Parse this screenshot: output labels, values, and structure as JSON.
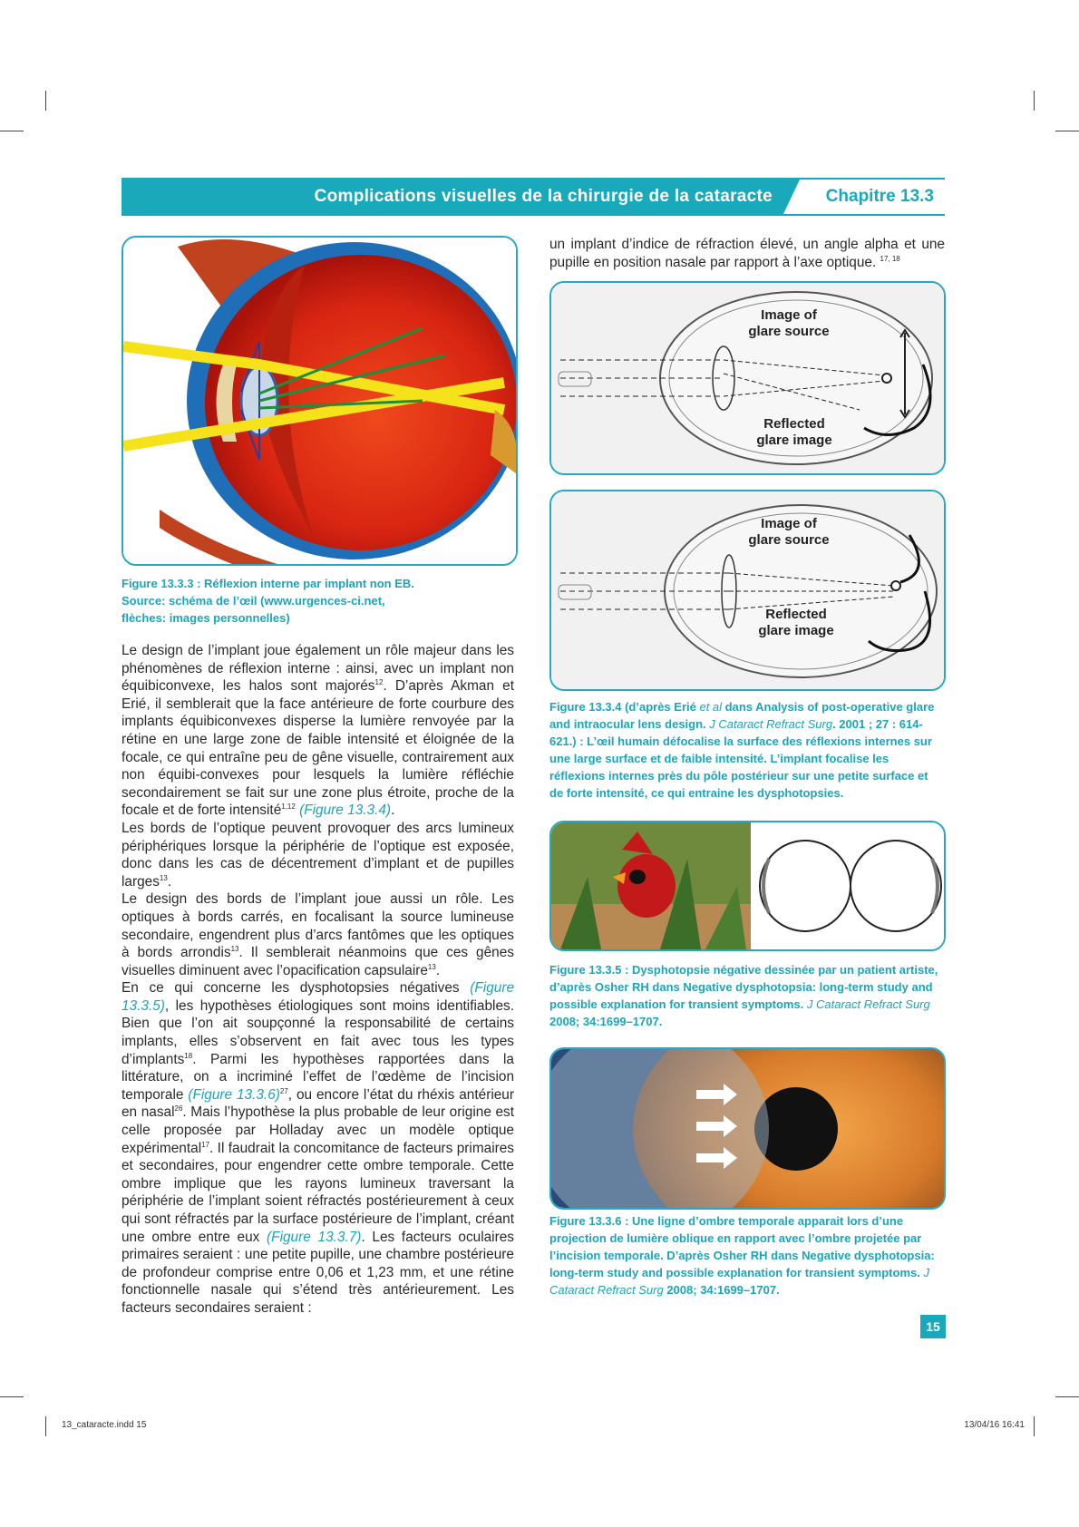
{
  "header": {
    "title": "Complications visuelles de la chirurgie de la cataracte",
    "chapter": "Chapitre 13.3"
  },
  "fig_eye": {
    "caption": [
      "Figure 13.3.3 : Réflexion interne par implant non EB.",
      "Source: schéma de l’œil (www.urgences-ci.net,",
      "flèches: images personnelles)"
    ]
  },
  "fig_glare1": {
    "label_top": [
      "Image of",
      "glare source"
    ],
    "label_bottom": [
      "Reflected",
      "glare image"
    ]
  },
  "fig_glare2": {
    "label_top": [
      "Image of",
      "glare source"
    ],
    "label_bottom": [
      "Reflected",
      "glare image"
    ]
  },
  "fig_13_3_4": {
    "caption_a": "Figure 13.3.4 (d’après Erié ",
    "caption_etal": "et al",
    "caption_b": " dans Analysis of post-operative glare and intraocular lens design. ",
    "caption_journal": "J Cataract Refract Surg",
    "caption_c": ". 2001 ; 27 : 614-621.) : L’œil humain défocalise la surface des réflexions internes sur une large surface et de faible intensité. L’implant focalise les réflexions internes près du pôle postérieur sur une petite surface et de forte intensité, ce qui entraine les dysphotopsies."
  },
  "fig_13_3_5": {
    "caption_a": "Figure 13.3.5 : Dysphotopsie négative dessinée par un patient artiste, d’après Osher RH dans Negative dysphotopsia: long-term study and possible explanation for transient symptoms. ",
    "caption_journal": "J Cataract Refract Surg",
    "caption_b": " 2008; 34:1699–1707."
  },
  "fig_13_3_6": {
    "caption_a": "Figure 13.3.6 : Une ligne d’ombre temporale apparait lors d’une projection de lumière oblique en rapport avec l’ombre projetée par l’incision temporale. D’après Osher RH dans Negative dysphotopsia: long-term study and possible explanation for transient symptoms. ",
    "caption_journal": "J Cataract Refract Surg",
    "caption_b": " 2008; 34:1699–1707."
  },
  "right_top_text": {
    "text": "un implant d’indice de réfraction élevé, un angle alpha et une pupille en position nasale par rapport à l’axe optique.",
    "sup": "17, 18"
  },
  "body": {
    "p1a": "Le design de l’implant joue également un rôle majeur dans les phénomènes de réflexion interne : ainsi, avec un implant non équibiconvexe, les halos sont majorés",
    "p1_sup1": "12",
    "p1b": ". D’après Akman et Erié, il semblerait que la face antérieure de forte courbure des implants équibiconvexes disperse la lumière renvoyée par la rétine en une large zone de faible intensité et éloignée de la focale, ce qui entraîne peu de gêne visuelle, contrairement aux non équibi-convexes pour lesquels la lumière réfléchie secondairement se fait sur une zone plus étroite, proche de la focale et de forte intensité",
    "p1_sup2": "1,12",
    "p1_ref": "(Figure 13.3.4)",
    "p1c": ".",
    "p2a": "Les bords de l’optique peuvent provoquer des arcs lumineux périphériques lorsque la périphérie de l’optique est exposée, donc dans les cas de décentrement d’implant et de pupilles larges",
    "p2_sup": "13",
    "p2b": ".",
    "p3a": "Le design des bords de l’implant joue aussi un rôle. Les optiques à bords carrés, en focalisant la source lumineuse secondaire, engendrent plus d’arcs fantômes que les optiques à bords arrondis",
    "p3_sup1": "13",
    "p3b": ". Il semblerait néanmoins que ces gênes visuelles diminuent avec l’opacification capsulaire",
    "p3_sup2": "13",
    "p3c": ".",
    "p4a": "En ce qui concerne les dysphotopsies négatives ",
    "p4_ref1": "(Figure 13.3.5)",
    "p4b": ", les hypothèses étiologiques sont moins identifiables. Bien que l’on ait soupçonné la responsabilité de certains implants, elles s’observent en fait avec tous les types d’implants",
    "p4_sup1": "18",
    "p4c": ". Parmi les hypothèses rapportées dans la littérature, on a incriminé l’effet de l’œdème de l’incision temporale ",
    "p4_ref2": "(Figure 13.3.6)",
    "p4_sup2": "27",
    "p4d": ", ou encore l’état du rhéxis antérieur en nasal",
    "p4_sup3": "26",
    "p4e": ". Mais l’hypothèse la plus probable de leur origine est celle proposée par Holladay avec un modèle optique expérimental",
    "p4_sup4": "17",
    "p4f": ". Il faudrait la concomitance de facteurs primaires et secondaires, pour engendrer cette ombre temporale. Cette ombre implique que les rayons lumineux traversant la périphérie de l’implant soient réfractés postérieurement à ceux qui sont réfractés par la surface postérieure de l’implant, créant une ombre entre eux ",
    "p4_ref3": "(Figure 13.3.7)",
    "p4g": ". Les facteurs oculaires primaires seraient : une petite pupille, une chambre postérieure de profondeur comprise entre 0,06 et 1,23 mm, et une rétine fonctionnelle nasale qui s’étend très antérieurement. Les facteurs secondaires seraient :"
  },
  "page_number": "15",
  "slug": {
    "left": "13_cataracte.indd   15",
    "right": "13/04/16   16:41"
  },
  "colors": {
    "accent": "#1aa9bb",
    "caption": "#1aa5bd"
  }
}
